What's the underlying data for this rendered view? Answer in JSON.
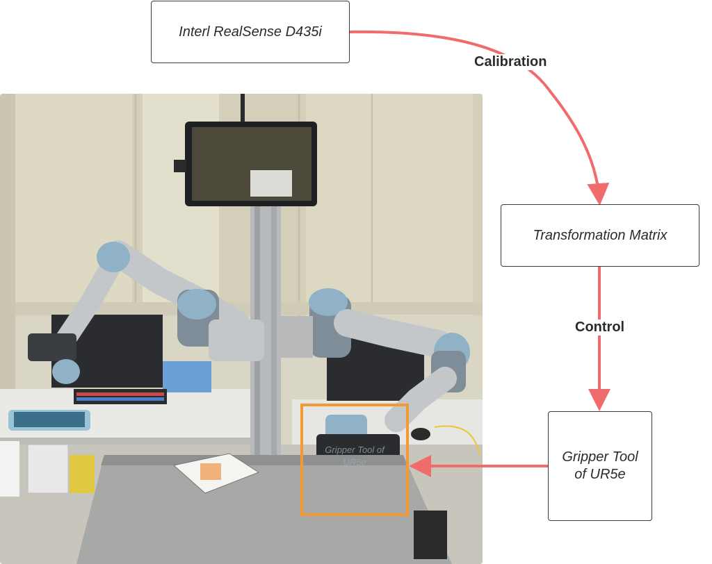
{
  "diagram": {
    "nodes": {
      "camera": "Interl RealSense D435i",
      "matrix": "Transformation Matrix",
      "gripper_line1": "Gripper Tool",
      "gripper_line2": "of UR5e"
    },
    "edges": {
      "calibration": "Calibration",
      "control": "Control"
    },
    "photo": {
      "overlay_text_line1": "Gripper Tool of",
      "overlay_text_line2": "UR5e"
    }
  },
  "colors": {
    "arrow": "#f06b6b",
    "highlight": "#f39a36",
    "box_border": "#3a3a3a",
    "text": "#2b2b2b"
  }
}
